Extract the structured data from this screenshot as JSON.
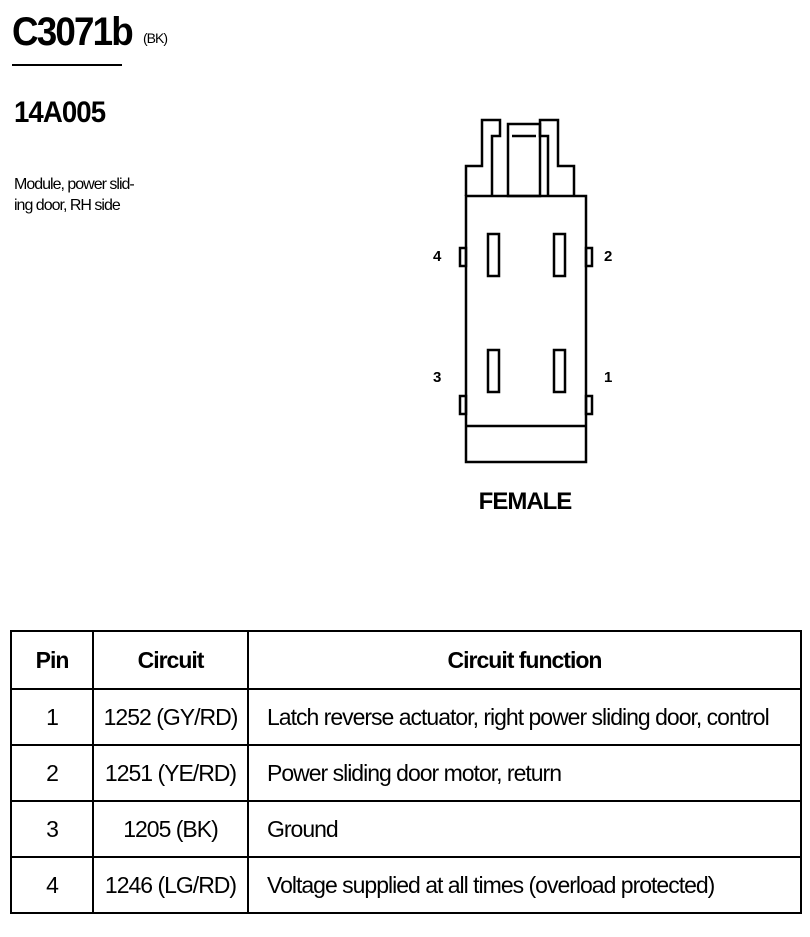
{
  "header": {
    "connector_id": "C3071b",
    "color_code": "(BK)",
    "part_number": "14A005",
    "description_lines": [
      "Module, power slid-",
      "ing door, RH side"
    ]
  },
  "connector": {
    "gender": "FEMALE",
    "pin_labels": [
      "1",
      "2",
      "3",
      "4"
    ]
  },
  "table": {
    "headers": [
      "Pin",
      "Circuit",
      "Circuit function"
    ],
    "rows": [
      {
        "pin": "1",
        "circuit": "1252 (GY/RD)",
        "function": "Latch reverse actuator, right power sliding door, control"
      },
      {
        "pin": "2",
        "circuit": "1251 (YE/RD)",
        "function": "Power sliding door motor, return"
      },
      {
        "pin": "3",
        "circuit": "1205 (BK)",
        "function": "Ground"
      },
      {
        "pin": "4",
        "circuit": "1246 (LG/RD)",
        "function": "Voltage supplied at all times (overload protected)"
      }
    ]
  }
}
